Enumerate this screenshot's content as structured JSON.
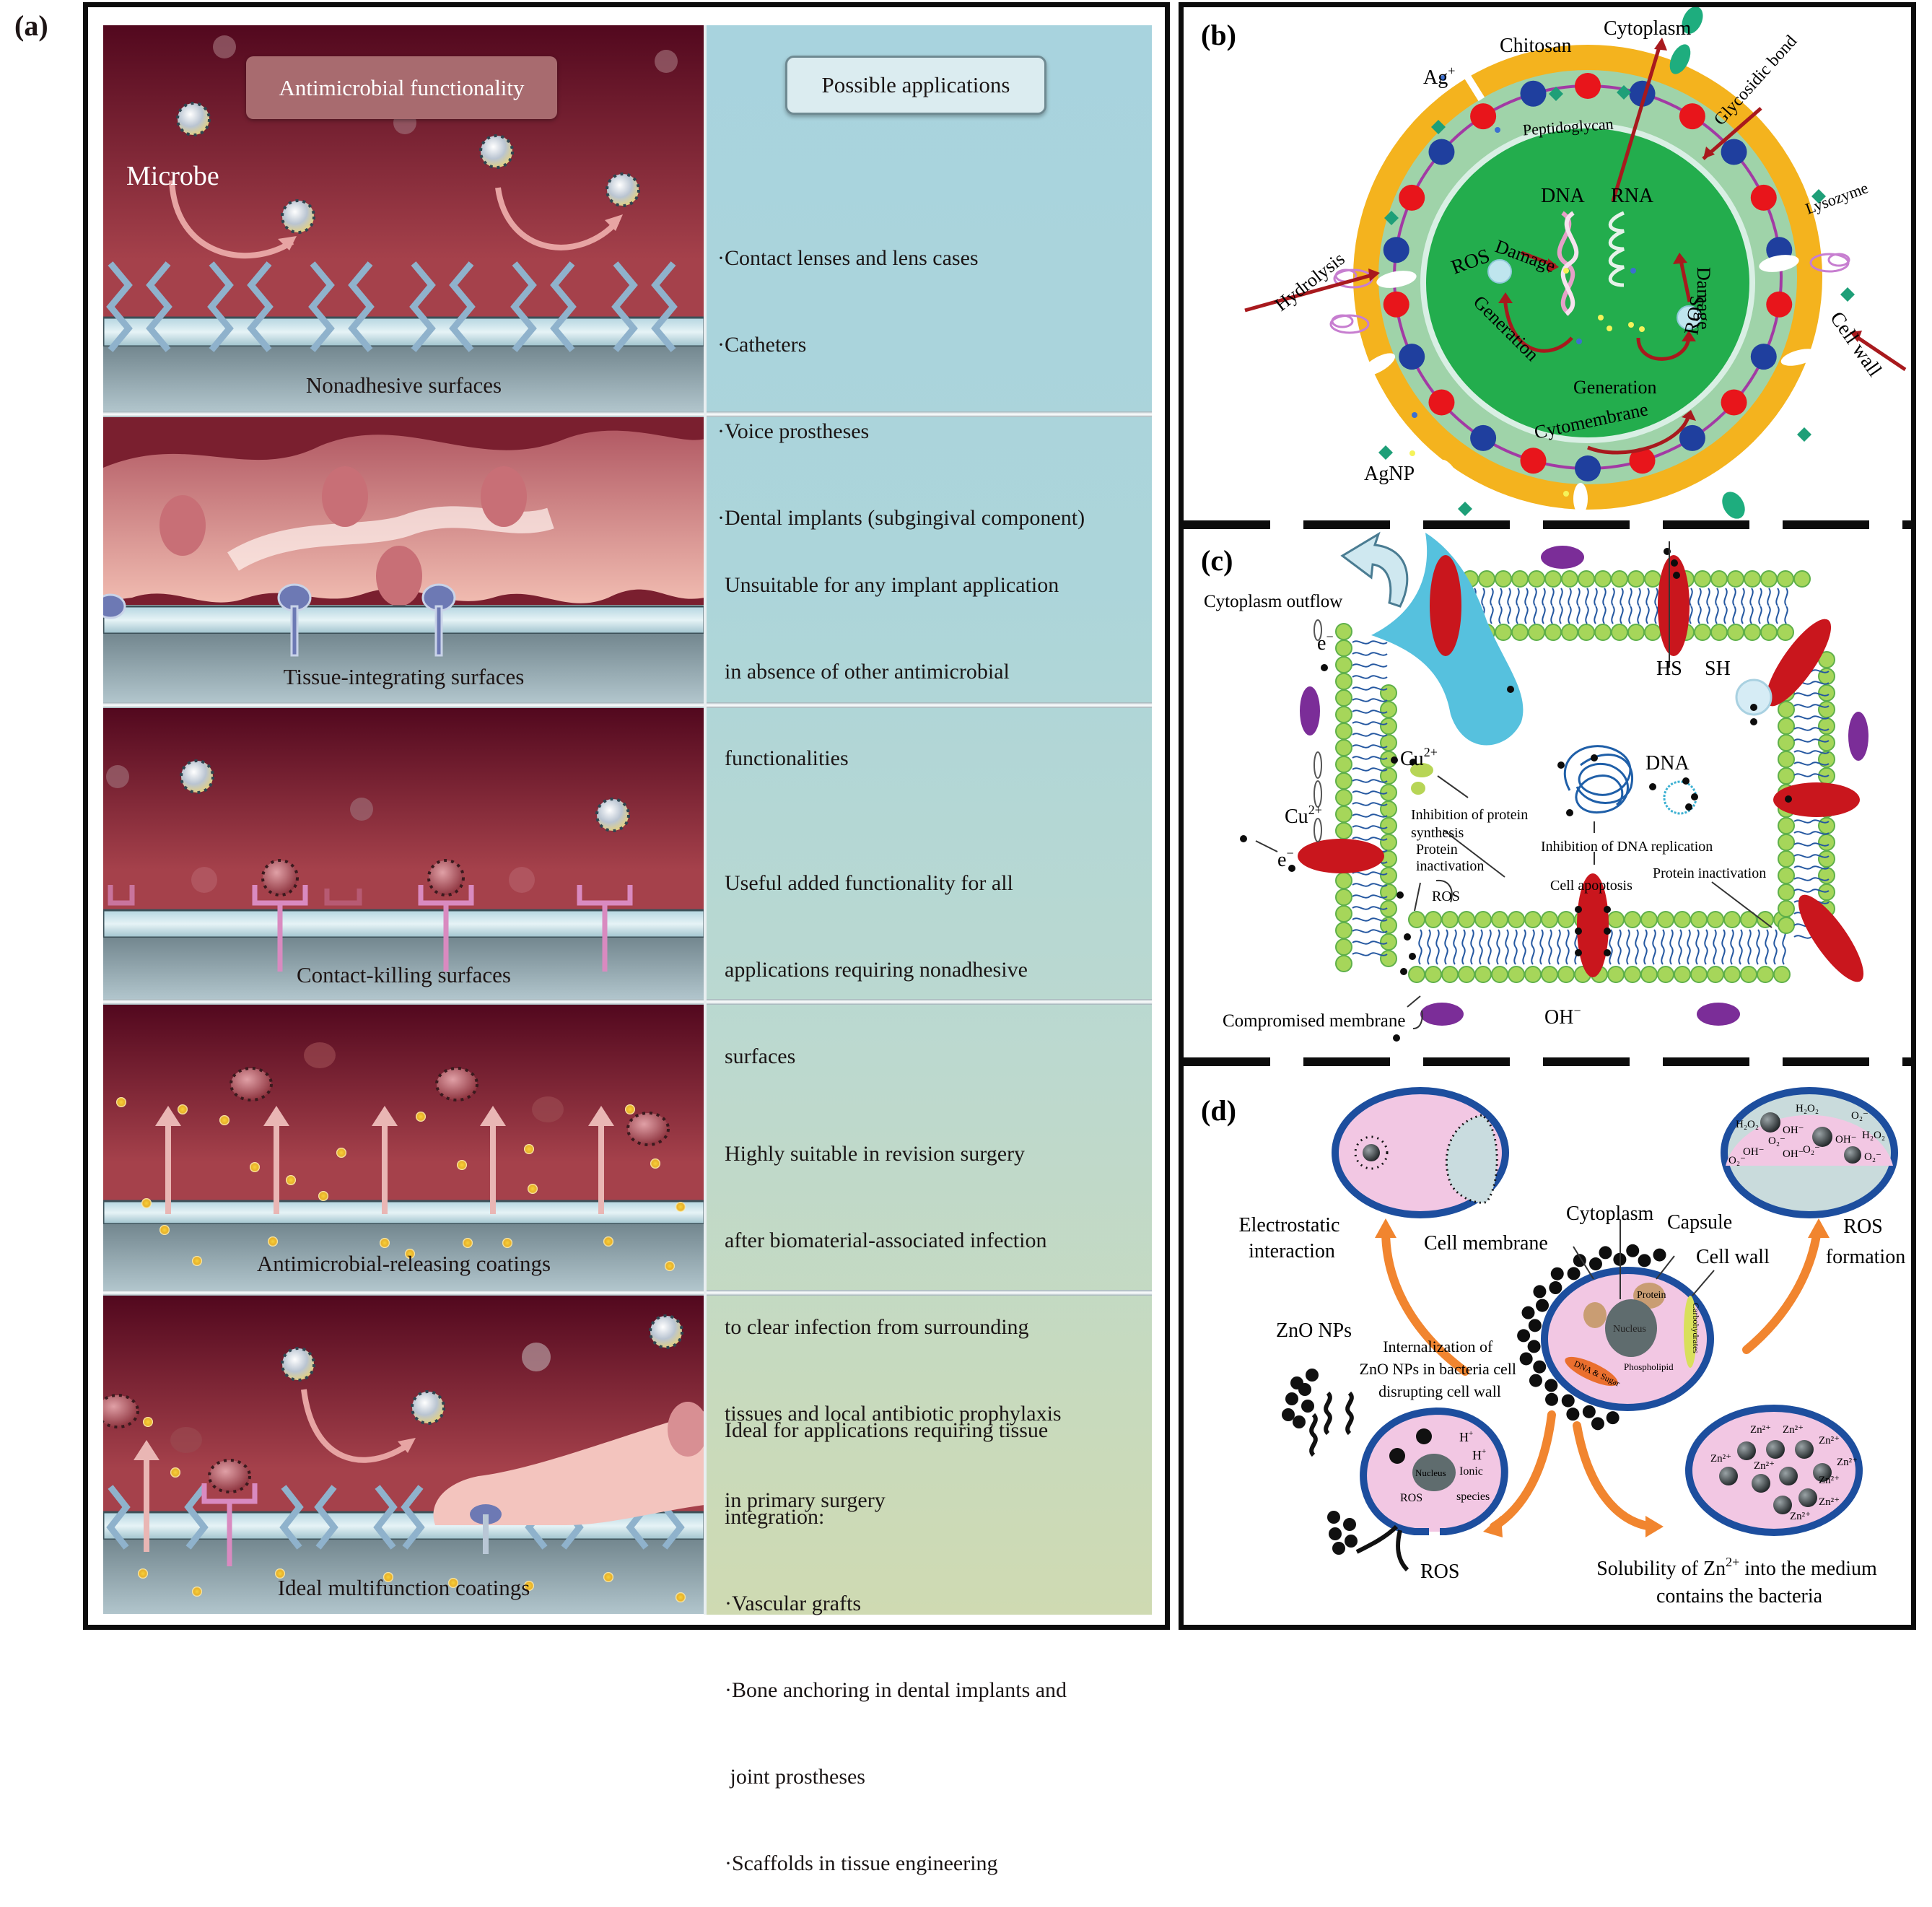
{
  "figure": {
    "panel_a": {
      "letter": "(a)",
      "header_left": "Antimicrobial functionality",
      "header_right": "Possible applications",
      "microbe_label": "Microbe",
      "rows": [
        {
          "surface": "Nonadhesive surfaces",
          "applications": [
            "·Contact lenses and lens cases",
            "·Catheters",
            "·Voice prostheses",
            "·Dental implants (subgingival component)"
          ]
        },
        {
          "surface": "Tissue-integrating surfaces",
          "applications": [
            "Unsuitable for any implant application",
            "in absence of other antimicrobial",
            "functionalities"
          ]
        },
        {
          "surface": "Contact-killing surfaces",
          "applications": [
            "Useful added functionality for all",
            "applications requiring nonadhesive",
            "surfaces"
          ]
        },
        {
          "surface": "Antimicrobial-releasing coatings",
          "applications": [
            "Highly suitable in revision surgery",
            "after biomaterial-associated infection",
            "to clear infection from surrounding",
            "tissues and local antibiotic prophylaxis",
            "in primary surgery"
          ]
        },
        {
          "surface": "Ideal multifunction coatings",
          "applications": [
            "Ideal for applications requiring tissue",
            "integration:",
            "·Vascular grafts",
            "·Bone anchoring in dental implants and",
            " joint prostheses",
            "·Scaffolds in tissue engineering"
          ]
        }
      ]
    },
    "panel_b": {
      "letter": "(b)",
      "labels": {
        "chitosan": "Chitosan",
        "cytoplasm": "Cytoplasm",
        "ag_ion": "Ag",
        "ag_ion_sup": "+",
        "glycosidic_bond": "Glycosidic bond",
        "peptidoglycan": "Peptidoglycan",
        "dna": "DNA",
        "rna": "RNA",
        "damage_left": "Damage",
        "ros_left": "ROS",
        "lysozyme": "Lysozyme",
        "hydrolysis": "Hydrolysis",
        "damage_right": "Damage",
        "ros_right": "ROS",
        "generation_left": "Generation",
        "generation_bottom": "Generation",
        "cytomembrane": "Cytomembrane",
        "cell_wall": "Cell wall",
        "agnp": "AgNP"
      }
    },
    "panel_c": {
      "letter": "(c)",
      "labels": {
        "cytoplasm_outflow": "Cytoplasm outflow",
        "e_top": "e",
        "e_top_sup": "−",
        "hs": "HS",
        "sh": "SH",
        "cu_inner": "Cu",
        "cu_inner_sup": "2+",
        "dna": "DNA",
        "cu_outer": "Cu",
        "cu_outer_sup": "2+",
        "inhibition_protein_1": "Inhibition of protein",
        "inhibition_protein_2": "synthesis",
        "protein_inact_left_1": "Protein",
        "protein_inact_left_2": "inactivation",
        "e_bottom": "e",
        "e_bottom_sup": "−",
        "inhibition_dna": "Inhibition of DNA replication",
        "protein_inact_right": "Protein inactivation",
        "cell_apoptosis": "Cell apoptosis",
        "ros": "ROS",
        "oh": "OH",
        "oh_sup": "−",
        "compromised_membrane": "Compromised membrane"
      }
    },
    "panel_d": {
      "letter": "(d)",
      "labels": {
        "electrostatic_1": "Electrostatic",
        "electrostatic_2": "interaction",
        "cytoplasm": "Cytoplasm",
        "capsule": "Capsule",
        "cell_membrane": "Cell membrane",
        "cell_wall": "Cell wall",
        "ros_formation_1": "ROS",
        "ros_formation_2": "formation",
        "zno_nps": "ZnO NPs",
        "internalization_1": "Internalization of",
        "internalization_2": "ZnO NPs in bacteria cell",
        "internalization_3": "disrupting cell wall",
        "ros_bottom": "ROS",
        "solubility_1a": "Solubility of Zn",
        "solubility_1sup": "2+",
        "solubility_1b": " into the medium",
        "solubility_2": "contains the bacteria",
        "protein": "Protein",
        "nucleus": "Nucleus",
        "dna_sugar": "DNA & Sugar",
        "phospholipid": "Phospholipid",
        "carbohydrates": "Carbohydrates",
        "nucleus_bl": "Nucleus",
        "ionic": "Ionic",
        "species": "species",
        "ros_inside": "ROS",
        "h_plus": "H",
        "h_plus_sup": "+",
        "h2o2": "H₂O₂",
        "oh_minus": "OH⁻",
        "o2_minus": "O₂⁻",
        "zn_ion": "Zn²⁺"
      }
    }
  },
  "colors": {
    "tissue_red_dark": "#55091f",
    "tissue_red_light": "#a5414b",
    "surface_blue": "#cfe6ee",
    "substrate_grey": "#8fa3ab",
    "app_column_top": "#a9d4de",
    "app_column_bottom": "#cfd9b1",
    "cell_wall_orange": "#f4b31e",
    "cytoplasm_green": "#22ad4d",
    "membrane_green": "#9bd050",
    "protein_red": "#cc1a1e",
    "cell_pink": "#f0c4e0",
    "cell_border_blue": "#1d4e9e",
    "arrow_orange": "#f1852f"
  }
}
